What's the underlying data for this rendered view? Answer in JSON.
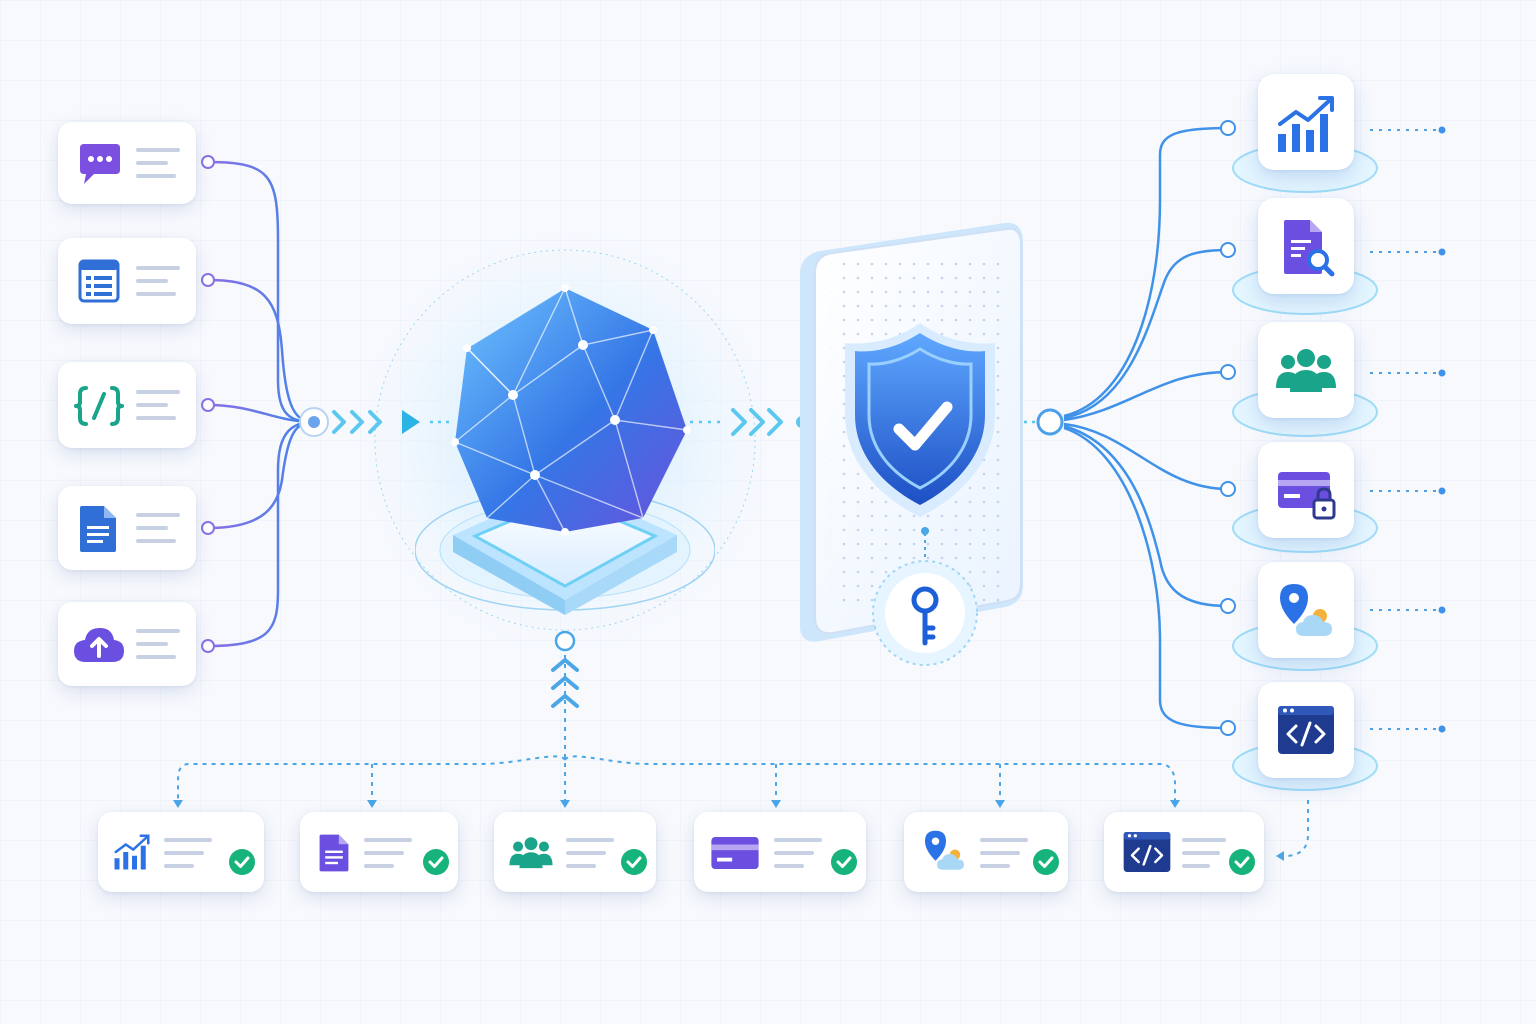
{
  "diagram": {
    "accent": "#2f7be8",
    "purple": "#7b4fe0",
    "teal": "#1aa58b",
    "navy": "#1f3b8f",
    "check_green": "#16b37a",
    "inputs": [
      {
        "id": "chat",
        "icon": "chat-icon",
        "color": "#7b4fe0"
      },
      {
        "id": "form",
        "icon": "form-icon",
        "color": "#2f6fd6"
      },
      {
        "id": "code",
        "icon": "code-braces-icon",
        "color": "#1aa58b"
      },
      {
        "id": "doc",
        "icon": "document-icon",
        "color": "#2f6fd6"
      },
      {
        "id": "upload",
        "icon": "cloud-upload-icon",
        "color": "#6a4fe0"
      }
    ],
    "outputs": [
      {
        "id": "analytics",
        "icon": "bar-chart-icon"
      },
      {
        "id": "doc-search",
        "icon": "document-search-icon"
      },
      {
        "id": "users",
        "icon": "users-icon"
      },
      {
        "id": "secure-card",
        "icon": "card-lock-icon"
      },
      {
        "id": "location",
        "icon": "location-weather-icon"
      },
      {
        "id": "dev",
        "icon": "code-window-icon"
      }
    ],
    "results": [
      {
        "id": "analytics",
        "icon": "bar-chart-icon",
        "status": "verified"
      },
      {
        "id": "doc",
        "icon": "document-icon",
        "status": "verified"
      },
      {
        "id": "users",
        "icon": "users-icon",
        "status": "verified"
      },
      {
        "id": "card",
        "icon": "credit-card-icon",
        "status": "verified"
      },
      {
        "id": "location",
        "icon": "location-weather-icon",
        "status": "verified"
      },
      {
        "id": "dev",
        "icon": "code-window-icon",
        "status": "verified"
      }
    ]
  }
}
